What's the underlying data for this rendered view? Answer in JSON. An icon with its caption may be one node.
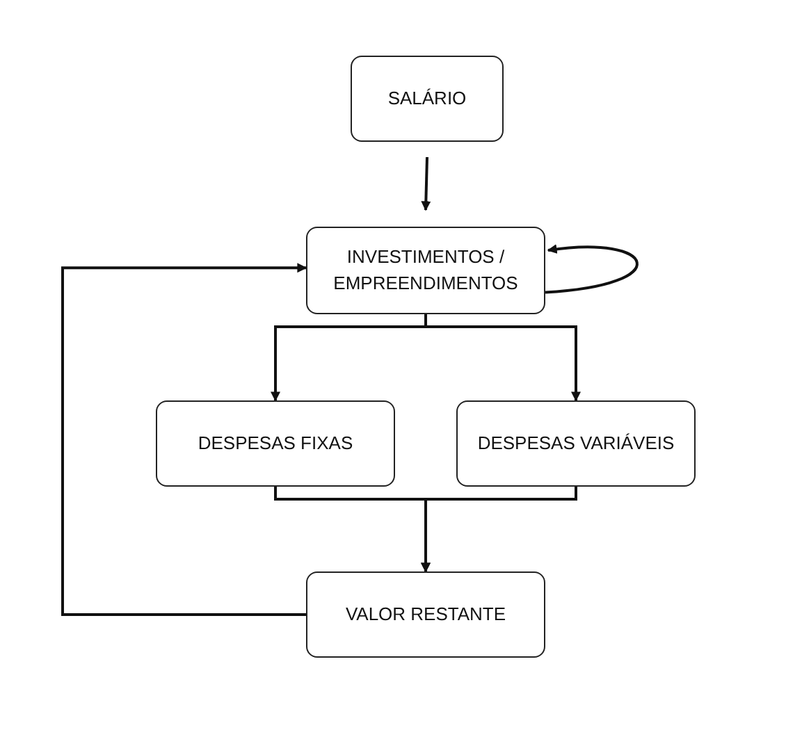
{
  "diagram": {
    "nodes": [
      {
        "text": [
          "SALÁRIO"
        ]
      },
      {
        "text": [
          "INVESTIMENTOS / EMPREENDIMENTOS"
        ]
      },
      {
        "text": [
          "DESPESAS FIXAS"
        ]
      },
      {
        "text": [
          "DESPESAS VARIÁVEIS"
        ]
      },
      {
        "text": [
          "VALOR RESTANTE"
        ]
      }
    ],
    "edges": [
      {
        "from": 0,
        "to": 1,
        "arrow": "to"
      },
      {
        "from": 1,
        "to": 1,
        "arrow": "to"
      },
      {
        "from": 1,
        "to": 2,
        "arrow": "to"
      },
      {
        "from": 1,
        "to": 3,
        "arrow": "to"
      },
      {
        "from": 2,
        "to": 4,
        "arrow": "to"
      },
      {
        "from": 3,
        "to": 4,
        "arrow": "to"
      },
      {
        "from": 4,
        "to": 1,
        "arrow": "to"
      }
    ]
  }
}
